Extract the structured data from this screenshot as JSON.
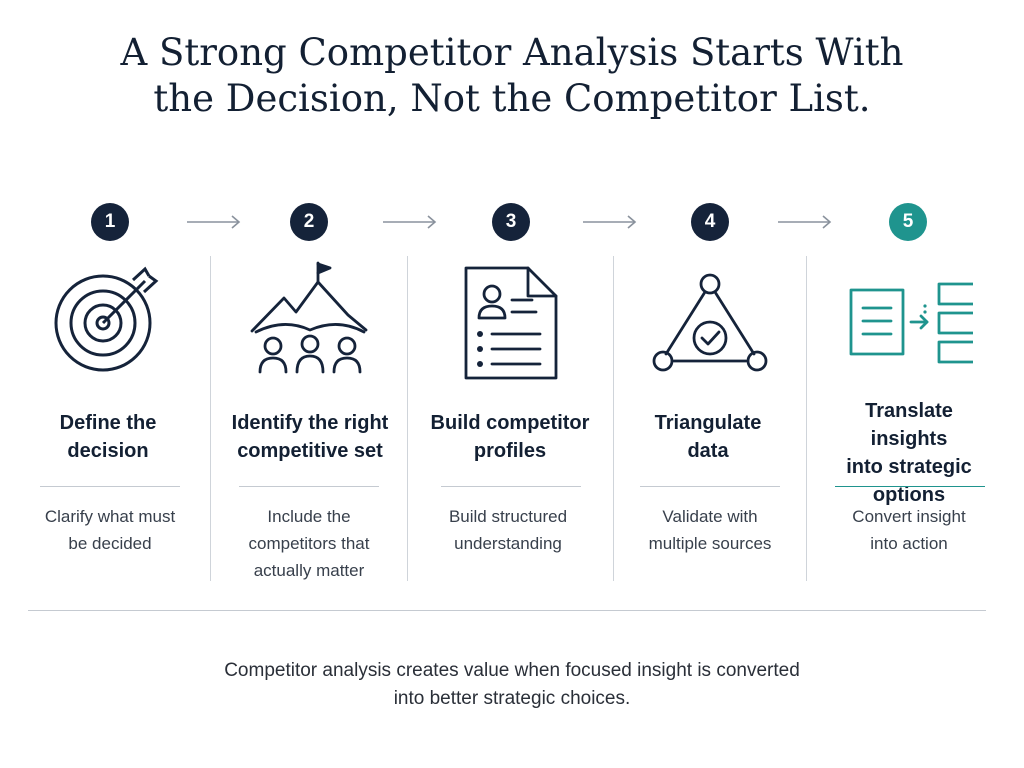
{
  "title": {
    "line1": "A Strong Competitor Analysis Starts With",
    "line2": "the Decision, Not the Competitor List."
  },
  "colors": {
    "navy": "#15233a",
    "accent": "#1f948e",
    "divider": "#cfd4da"
  },
  "steps": [
    {
      "number": "1",
      "heading_lines": [
        "Define the",
        "decision"
      ],
      "description_lines": [
        "Clarify what must",
        "be decided"
      ],
      "icon": "target-icon"
    },
    {
      "number": "2",
      "heading_lines": [
        "Identify the right",
        "competitive set"
      ],
      "description_lines": [
        "Include the",
        "competitors that",
        "actually matter"
      ],
      "icon": "mountain-people-icon"
    },
    {
      "number": "3",
      "heading_lines": [
        "Build competitor",
        "profiles"
      ],
      "description_lines": [
        "Build structured",
        "understanding"
      ],
      "icon": "profile-document-icon"
    },
    {
      "number": "4",
      "heading_lines": [
        "Triangulate",
        "data"
      ],
      "description_lines": [
        "Validate with",
        "multiple sources"
      ],
      "icon": "triangle-check-icon"
    },
    {
      "number": "5",
      "heading_lines": [
        "Translate insights",
        "into strategic",
        "options"
      ],
      "description_lines": [
        "Convert insight",
        "into action"
      ],
      "icon": "document-to-options-icon"
    }
  ],
  "footer": {
    "line1": "Competitor analysis creates value when focused insight is converted",
    "line2": "into better strategic choices."
  }
}
